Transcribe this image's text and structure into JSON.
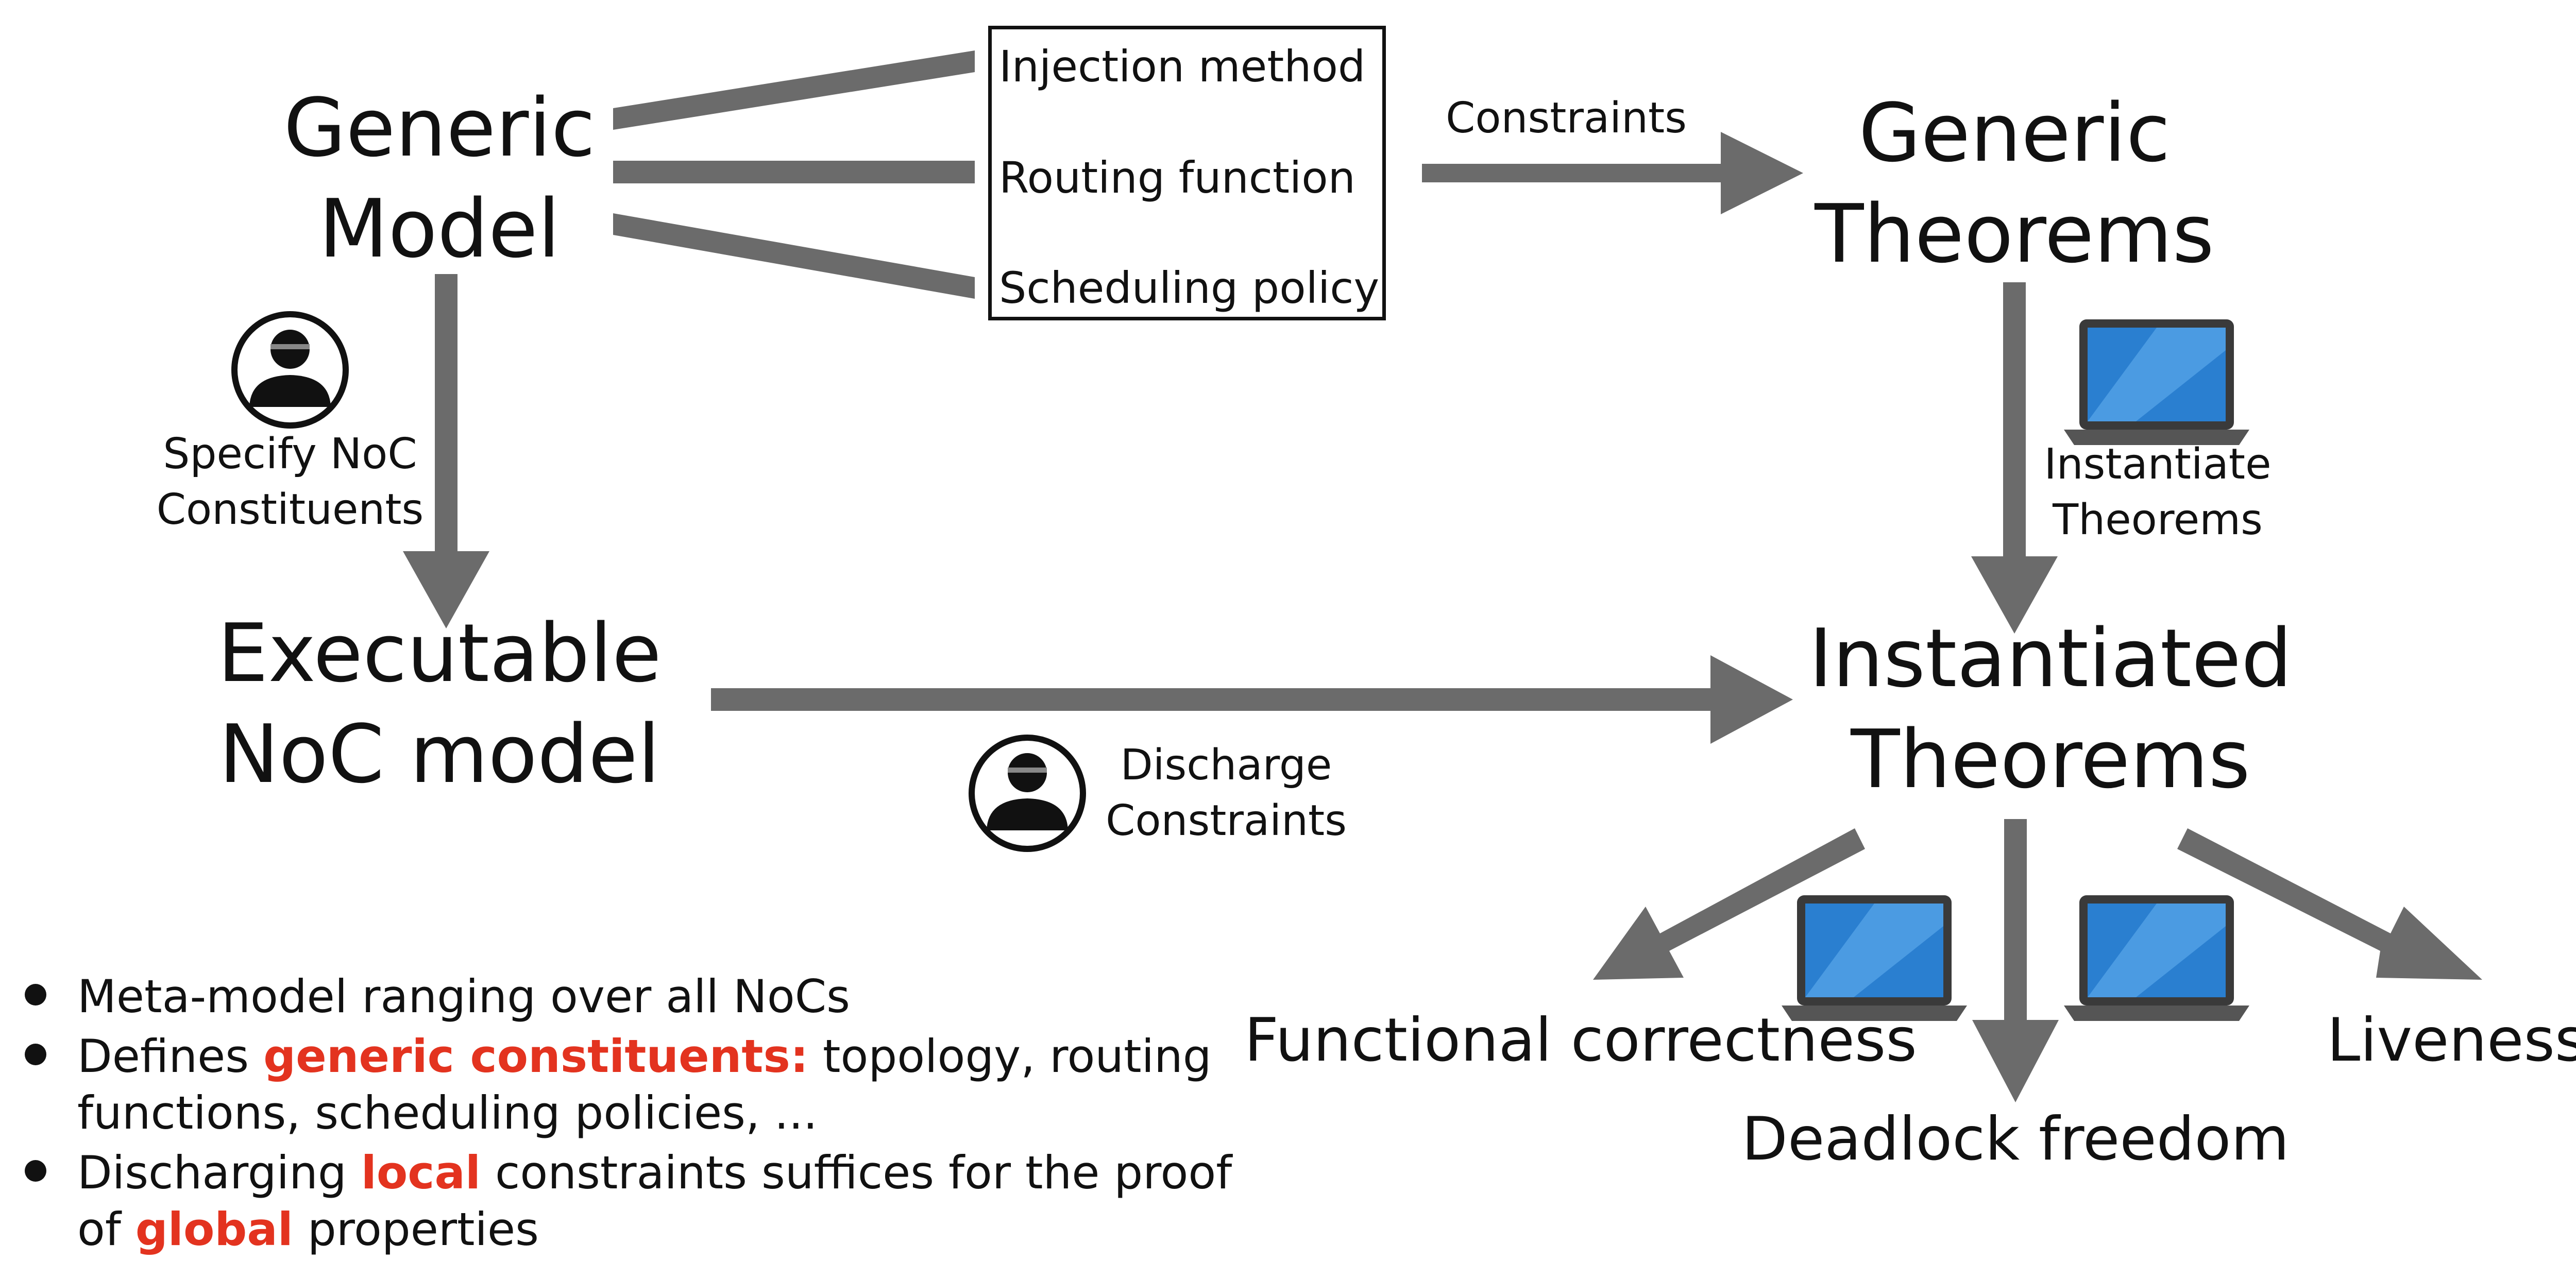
{
  "colors": {
    "arrow": "#6b6b6b",
    "highlight": "#e3331f",
    "laptop_screen": "#2a7fd0",
    "laptop_body": "#555555"
  },
  "nodes": {
    "generic_model": [
      "Generic",
      "Model"
    ],
    "generic_theorems": [
      "Generic",
      "Theorems"
    ],
    "executable_model": [
      "Executable",
      "NoC model"
    ],
    "instantiated_theorems": [
      "Instantiated",
      "Theorems"
    ],
    "functional_correctness": "Functional correctness",
    "deadlock_freedom": "Deadlock freedom",
    "liveness": "Liveness"
  },
  "box_items": [
    "Injection method",
    "Routing function",
    "Scheduling policy"
  ],
  "labels": {
    "constraints": "Constraints",
    "specify": [
      "Specify NoC",
      "Constituents"
    ],
    "instantiate": [
      "Instantiate",
      "Theorems"
    ],
    "discharge": [
      "Discharge",
      "Constraints"
    ]
  },
  "icons": {
    "person": "person-icon",
    "laptop": "laptop-icon"
  },
  "bullets": {
    "b1": "Meta-model ranging over all NoCs",
    "b2_pre": "Defines ",
    "b2_hl": "generic constituents:",
    "b2_post": " topology, routing functions, scheduling policies,  ...",
    "b3_pre": "Discharging ",
    "b3_hl1": "local",
    "b3_mid": " constraints suffices for the proof of ",
    "b3_hl2": "global",
    "b3_post": " properties"
  }
}
